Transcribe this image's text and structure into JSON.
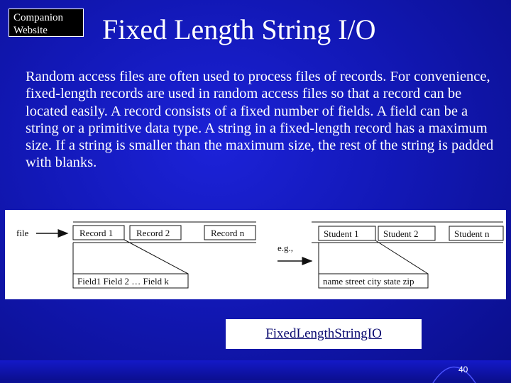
{
  "companion_label": "Companion Website",
  "title": "Fixed Length String I/O",
  "body_text": "Random access files are often used to process files of records. For convenience, fixed-length records are used in random access files so that a record can be located easily. A record consists of a fixed number of fields. A field can be a string or a primitive data type. A string in a fixed-length record has a maximum size. If a string is smaller than the maximum size, the rest of the string is padded with blanks.",
  "diagram": {
    "file_label": "file",
    "records": [
      "Record 1",
      "Record 2",
      "Record n"
    ],
    "fields_label": "Field1 Field 2 … Field k",
    "eg_label": "e.g.,",
    "students": [
      "Student 1",
      "Student 2",
      "Student n"
    ],
    "student_fields_label": "name street city state zip"
  },
  "link_label": "FixedLengthStringIO",
  "page_number": "40",
  "colors": {
    "background": "#1218b6",
    "text": "#ffffff",
    "link": "#0a0a70"
  }
}
